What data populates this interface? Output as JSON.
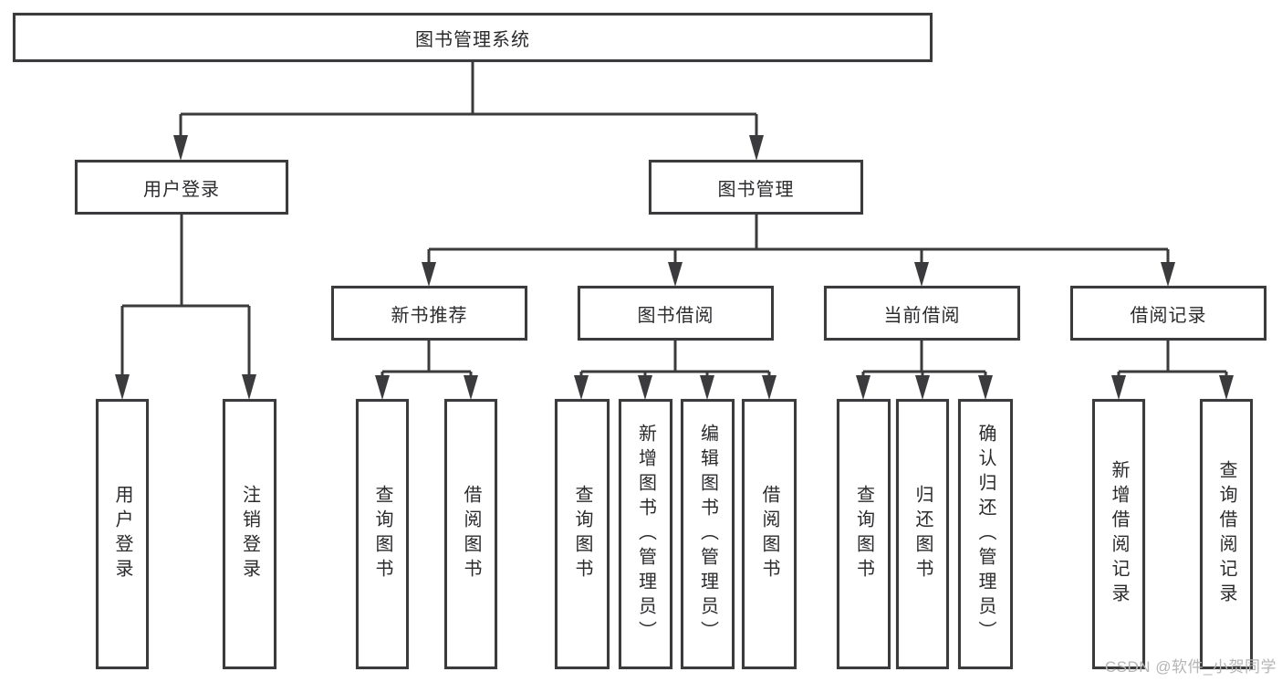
{
  "diagram": {
    "type": "hierarchy-tree",
    "orientation": "top-down",
    "tree": {
      "root": {
        "label": "图书管理系统",
        "children": [
          {
            "label": "用户登录",
            "children": [
              {
                "label": "用户登录"
              },
              {
                "label": "注销登录"
              }
            ]
          },
          {
            "label": "图书管理",
            "children": [
              {
                "label": "新书推荐",
                "children": [
                  {
                    "label": "查询图书"
                  },
                  {
                    "label": "借阅图书"
                  }
                ]
              },
              {
                "label": "图书借阅",
                "children": [
                  {
                    "label": "查询图书"
                  },
                  {
                    "label": "新增图书（管理员）"
                  },
                  {
                    "label": "编辑图书（管理员）"
                  },
                  {
                    "label": "借阅图书"
                  }
                ]
              },
              {
                "label": "当前借阅",
                "children": [
                  {
                    "label": "查询图书"
                  },
                  {
                    "label": "归还图书"
                  },
                  {
                    "label": "确认归还（管理员）"
                  }
                ]
              },
              {
                "label": "借阅记录",
                "children": [
                  {
                    "label": "新增借阅记录"
                  },
                  {
                    "label": "查询借阅记录"
                  }
                ]
              }
            ]
          }
        ]
      }
    },
    "colors": {
      "line": "#3b3b3d",
      "box_border": "#3b3b3d",
      "box_fill": "#ffffff",
      "text": "#2b2b2e",
      "background": "#ffffff",
      "watermark": "#b5b5b5"
    }
  },
  "watermark": {
    "text": "CSDN @软件_小贺同学"
  }
}
